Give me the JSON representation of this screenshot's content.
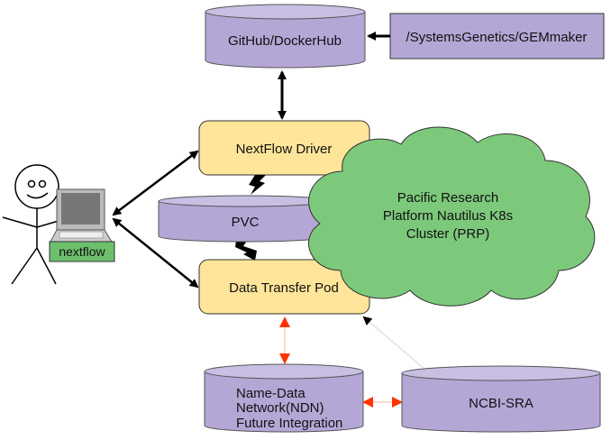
{
  "nodes": {
    "github": "GitHub/DockerHub",
    "gemmaker": "/SystemsGenetics/GEMmaker",
    "driver": "NextFlow Driver",
    "pvc": "PVC",
    "pod": "Data Transfer Pod",
    "cloud": [
      "Pacific Research",
      "Platform Nautilus K8s",
      "Cluster (PRP)"
    ],
    "ndn": [
      "Name-Data",
      "Network(NDN)",
      "Future Integration"
    ],
    "ncbi": "NCBI-SRA",
    "laptop_label": "nextflow"
  },
  "colors": {
    "cylinder": "#b4a7d6",
    "box": "#ffe599",
    "cloud": "#7dc97b",
    "laptop_label": "#6cc06c",
    "red_arrow": "#ff3300"
  }
}
